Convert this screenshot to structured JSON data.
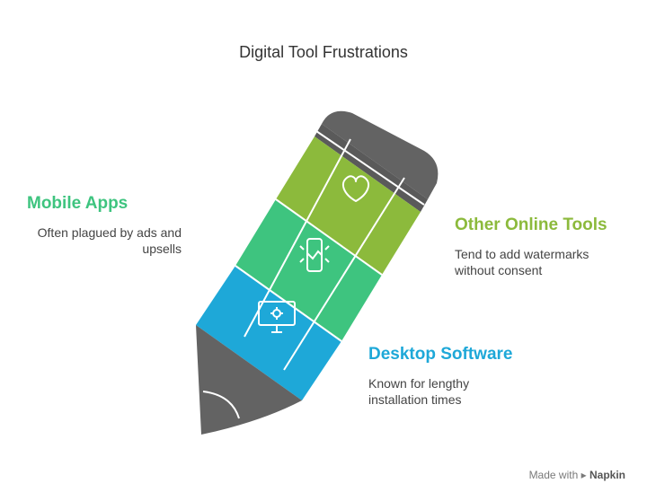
{
  "title": "Digital Tool Frustrations",
  "items": [
    {
      "heading": "Mobile Apps",
      "desc_lines": [
        "Often plagued by ads and",
        "upsells"
      ],
      "color": "#3ec47f",
      "icon": "smartphone-icon"
    },
    {
      "heading": "Other Online Tools",
      "desc_lines": [
        "Tend to add watermarks",
        "without consent"
      ],
      "color": "#8cba3c",
      "icon": "heart-icon"
    },
    {
      "heading": "Desktop Software",
      "desc_lines": [
        "Known for lengthy",
        "installation times"
      ],
      "color": "#1ea8d8",
      "icon": "desktop-gear-icon"
    }
  ],
  "watermark": {
    "prefix": "Made with",
    "brand": "Napkin"
  }
}
